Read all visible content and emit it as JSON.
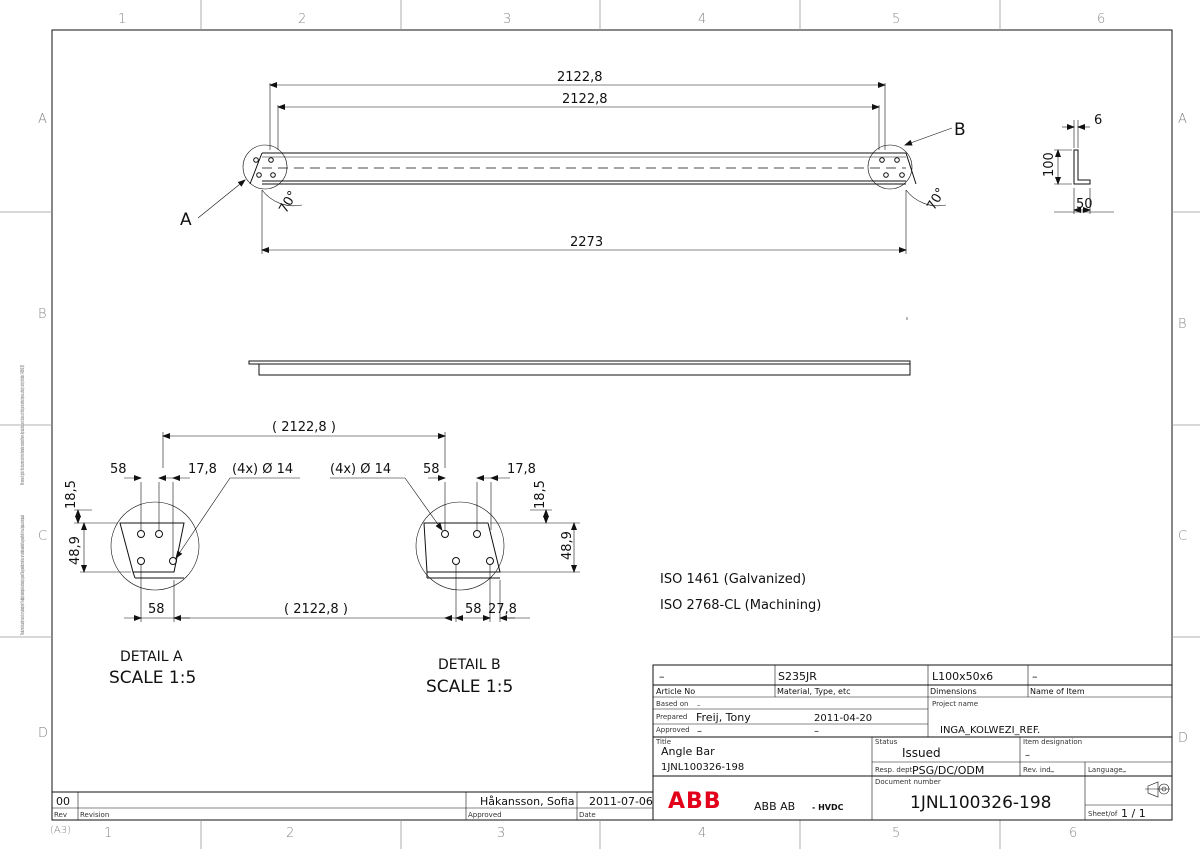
{
  "frame": {
    "col_numbers_top": [
      "1",
      "2",
      "3",
      "4",
      "5",
      "6"
    ],
    "col_numbers_bottom": [
      "1",
      "2",
      "3",
      "4",
      "5",
      "6"
    ],
    "row_letters_left": [
      "A",
      "B",
      "C",
      "D"
    ],
    "row_letters_right": [
      "A",
      "B",
      "C",
      "D"
    ],
    "sheet_format": "(A3)"
  },
  "margin_notes": {
    "rights": "We reserve all rights in this document and in the information contained therein. Reproduction, use or disclosure to third parties without express authority is strictly forbidden. © ABB AB (SE)",
    "signature": "This document is issued by means of a computerized system. The digitally stored original is electronically approved. The approved document has a name and date entered in the approved field. A manual signature is not required."
  },
  "main_view": {
    "dim_top_1": "2122,8",
    "dim_top_2": "2122,8",
    "dim_overall": "2273",
    "angle_left": "70°",
    "angle_right": "70°",
    "callout_a": "A",
    "callout_b": "B"
  },
  "section_view": {
    "flange": "6",
    "height": "100",
    "width": "50"
  },
  "detail_a": {
    "title": "DETAIL A",
    "scale": "SCALE 1:5",
    "span": "( 2122,8 )",
    "span_bottom": "( 2122,8 )",
    "d58_top": "58",
    "d178": "17,8",
    "holes": "(4x)  Ø  14",
    "d185": "18,5",
    "d489": "48,9",
    "d58_bottom": "58"
  },
  "detail_b": {
    "title": "DETAIL B",
    "scale": "SCALE 1:5",
    "holes": "(4x)  Ø  14",
    "d58_top": "58",
    "d178": "17,8",
    "d185": "18,5",
    "d489": "48,9",
    "d58_bottom": "58",
    "d278": "27,8"
  },
  "notes": [
    "ISO  1461  (Galvanized)",
    "ISO  2768-CL  (Machining)"
  ],
  "title_block": {
    "article_no_value": "–",
    "material_value": "S235JR",
    "dimensions_value": "L100x50x6",
    "name_value": "–",
    "article_no_label": "Article No",
    "material_label": "Material, Type, etc",
    "dimensions_label": "Dimensions",
    "name_label": "Name of Item",
    "based_on_label": "Based on",
    "based_on_value": "–",
    "prepared_label": "Prepared",
    "prepared_value": "Freij, Tony",
    "prepared_date": "2011-04-20",
    "approved_label": "Approved",
    "approved_value": "–",
    "approved_date": "–",
    "project_label": "Project name",
    "project_value": "INGA_KOLWEZI_REF.",
    "title_label": "Title",
    "title_line1": "Angle Bar",
    "title_line2": "1JNL100326-198",
    "status_label": "Status",
    "status_value": "Issued",
    "item_designation_label": "Item designation",
    "item_designation_value": "–",
    "resp_dept_label": "Resp. dept",
    "resp_dept_value": "PSG/DC/ODM",
    "rev_ind_label": "Rev. ind",
    "rev_ind_value": "–",
    "language_label": "Language",
    "language_value": "–",
    "doc_number_label": "Document number",
    "doc_number_value": "1JNL100326-198",
    "sheet_label": "Sheet/of",
    "sheet_value": "1 / 1",
    "company_logo": "ABB",
    "company_name": "ABB AB",
    "company_unit": "- HVDC"
  },
  "revision_block": {
    "rev_value": "00",
    "rev_label": "Rev",
    "revision_label": "Revision",
    "approver_value": "Håkansson, Sofia",
    "approved_label": "Approved",
    "date_value": "2011-07-06",
    "date_label": "Date"
  }
}
